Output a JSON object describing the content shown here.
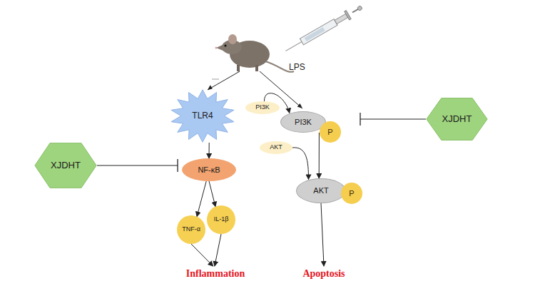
{
  "diagram": {
    "nodes": [
      {
        "text": [
          "XJDHT"
        ]
      },
      {
        "text": [
          "TLR4"
        ]
      },
      {
        "text": [
          "PI3K"
        ]
      },
      {
        "text": [
          "PI3K"
        ]
      },
      {
        "text": [
          "P"
        ]
      },
      {
        "text": [
          "XJDHT"
        ]
      },
      {
        "text": [
          "AKT"
        ]
      },
      {
        "text": [
          "AKT"
        ]
      },
      {
        "text": [
          "P"
        ]
      },
      {
        "text": [
          "NF-κB"
        ]
      },
      {
        "text": [
          "TNF-α"
        ]
      },
      {
        "text": [
          "IL-1β"
        ]
      },
      {
        "text": [
          "Inflammation"
        ]
      },
      {
        "text": [
          "Apoptosis"
        ]
      }
    ],
    "edges": [
      {
        "from": 0,
        "to": 1,
        "arrow": "to"
      },
      {
        "from": 2,
        "to": 3,
        "arrow": "to"
      },
      {
        "from": 3,
        "to": 7,
        "arrow": "to"
      },
      {
        "from": 6,
        "to": 7,
        "arrow": "to"
      },
      {
        "from": 5,
        "to": 3,
        "arrow": "to"
      },
      {
        "from": 1,
        "to": 9,
        "arrow": "to"
      },
      {
        "from": 9,
        "to": 10,
        "arrow": "to"
      },
      {
        "from": 9,
        "to": 11,
        "arrow": "to"
      },
      {
        "from": 10,
        "to": 12,
        "arrow": "to"
      },
      {
        "from": 11,
        "to": 12,
        "arrow": "to"
      },
      {
        "from": 7,
        "to": 13,
        "arrow": "to"
      }
    ],
    "labels": [
      "LPS"
    ]
  }
}
